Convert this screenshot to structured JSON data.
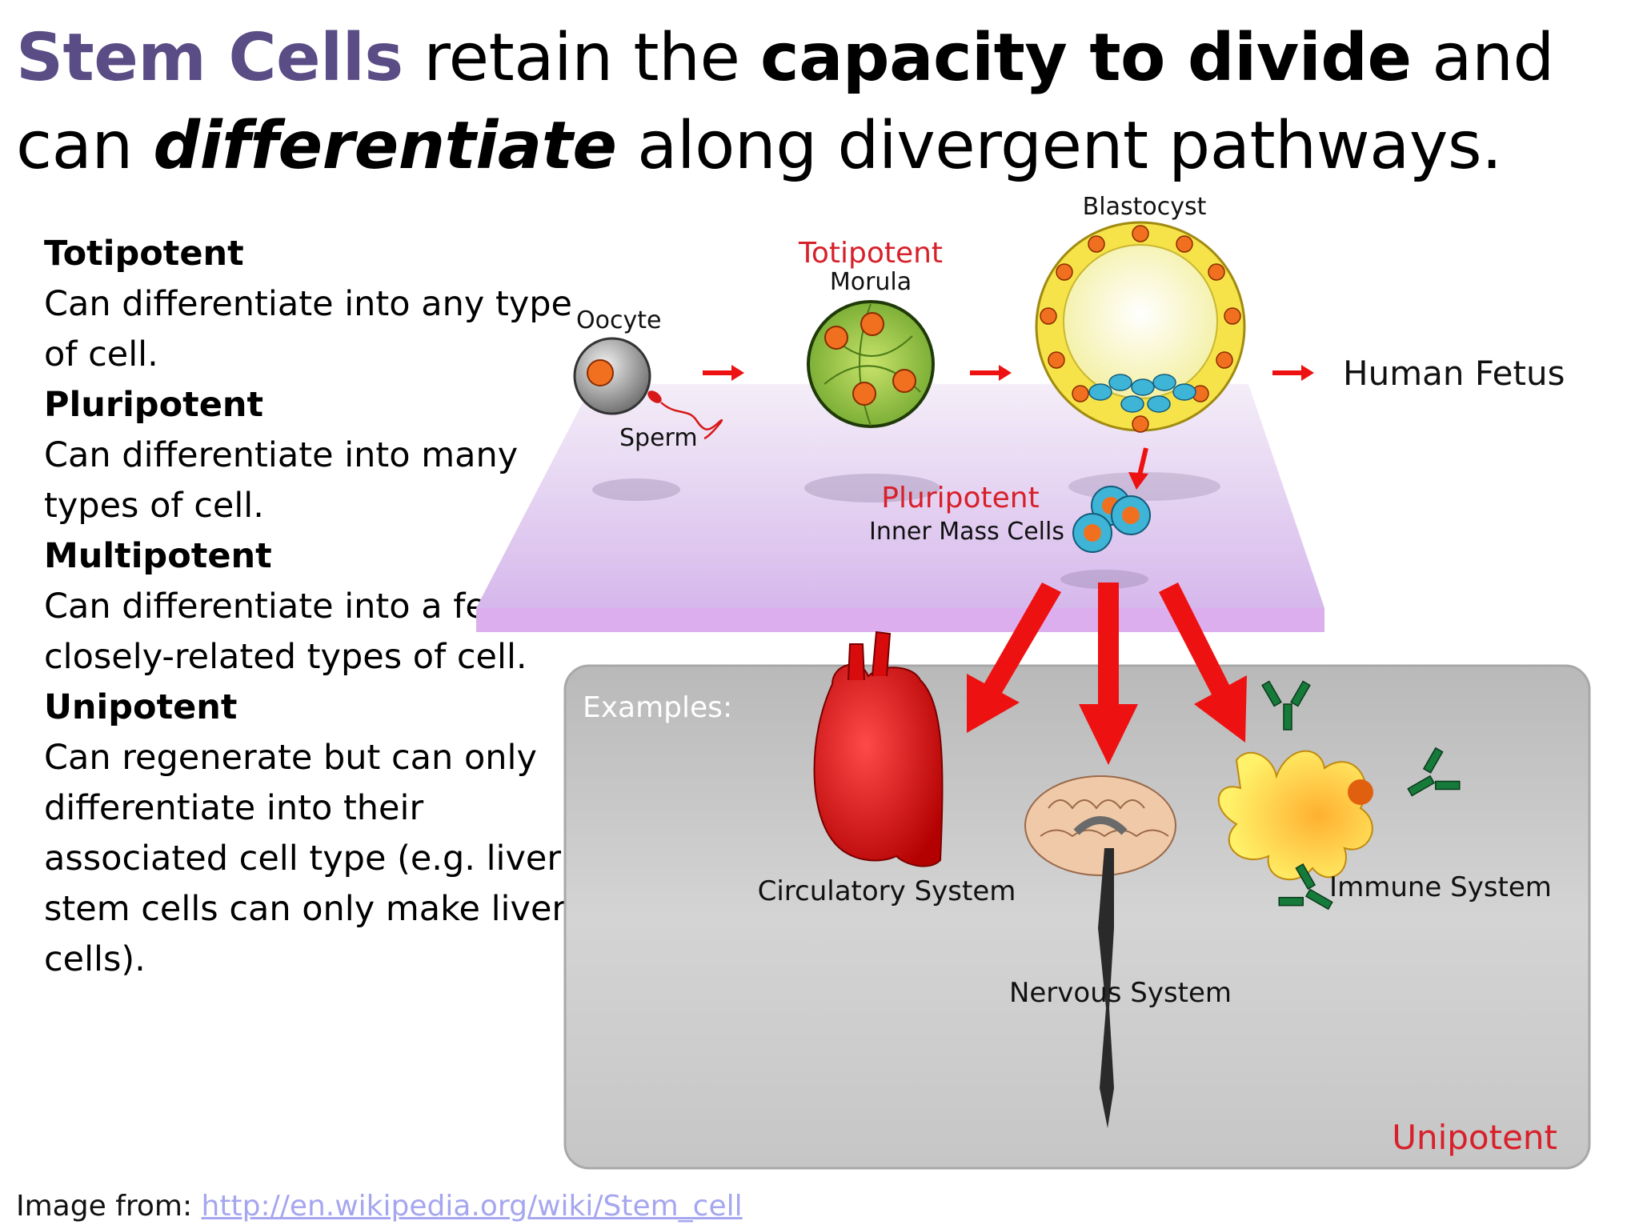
{
  "title": {
    "brand": "Stem Cells",
    "part1": " retain the ",
    "bold1": "capacity to divide",
    "part2": " and can ",
    "bold2": "differentiate",
    "part3": " along divergent pathways."
  },
  "definitions": [
    {
      "term": "Totipotent",
      "desc": "Can differentiate into any type of cell."
    },
    {
      "term": "Pluripotent",
      "desc": "Can differentiate into many types of cell."
    },
    {
      "term": "Multipotent",
      "desc": "Can differentiate into a few closely-related types of cell."
    },
    {
      "term": "Unipotent",
      "desc": "Can regenerate but can only differentiate into their associated cell type (e.g. liver stem cells can only make liver cells)."
    }
  ],
  "diagram": {
    "oocyte": "Oocyte",
    "sperm": "Sperm",
    "totipotent": "Totipotent",
    "morula": "Morula",
    "blastocyst": "Blastocyst",
    "human_fetus": "Human Fetus",
    "pluripotent": "Pluripotent",
    "inner_mass": "Inner Mass Cells",
    "examples": "Examples:",
    "circulatory": "Circulatory System",
    "nervous": "Nervous System",
    "immune": "Immune System",
    "unipotent": "Unipotent"
  },
  "colors": {
    "brand": "#5a4c84",
    "red_label": "#d8202a",
    "arrow": "#ee1111",
    "panel": "#c8c8c8",
    "platform": "#dcc6ec",
    "link": "#a6a6f0"
  },
  "icons": [
    "oocyte-icon",
    "sperm-icon",
    "morula-icon",
    "blastocyst-icon",
    "inner-mass-cells-icon",
    "heart-icon",
    "brain-icon",
    "immune-cell-icon",
    "antibody-icon"
  ],
  "credit": {
    "label": "Image from: ",
    "link": "http://en.wikipedia.org/wiki/Stem_cell"
  }
}
